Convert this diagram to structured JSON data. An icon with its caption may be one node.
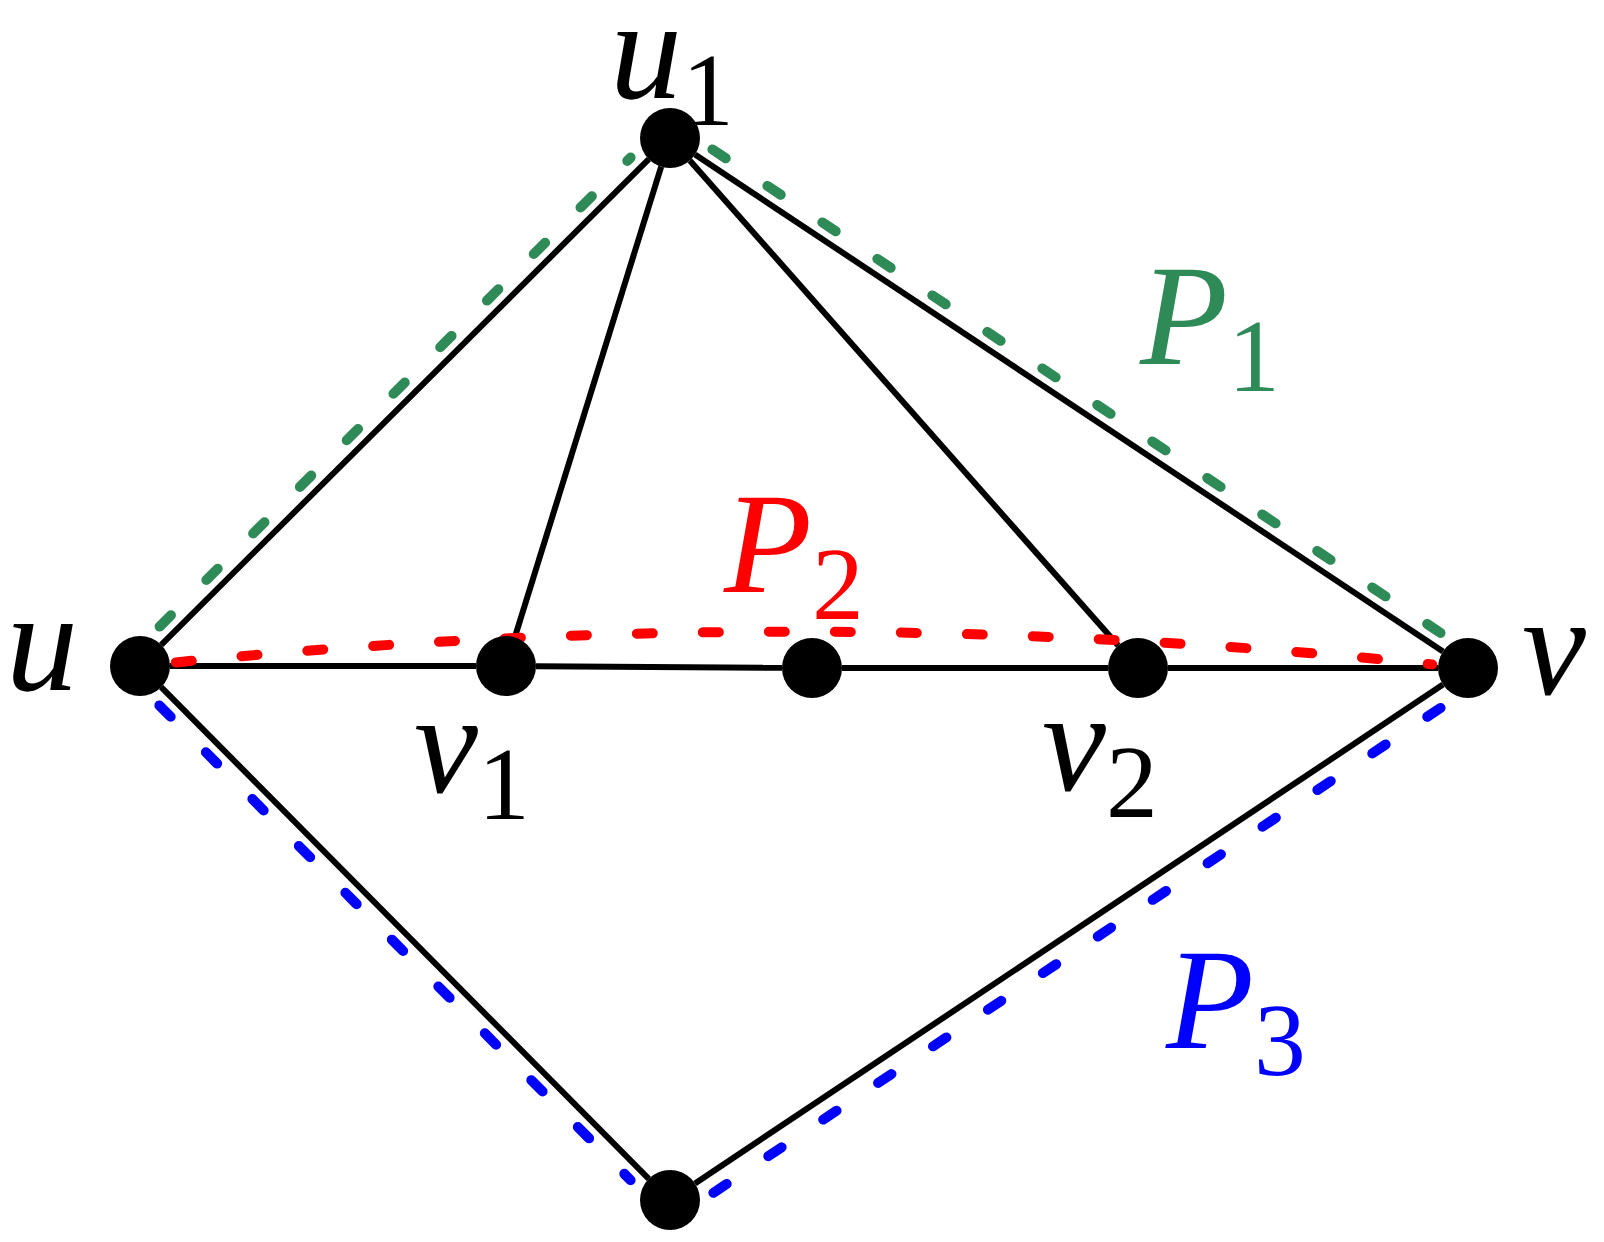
{
  "diagram": {
    "nodes": [
      {
        "text": [],
        "shape": "circle",
        "beside": [
          "u$_{1}$"
        ]
      },
      {
        "text": [],
        "shape": "circle",
        "beside": [
          "u"
        ]
      },
      {
        "text": [],
        "shape": "circle",
        "beside": [
          "v$_{1}$"
        ]
      },
      {
        "text": [],
        "shape": "circle"
      },
      {
        "text": [],
        "shape": "circle",
        "beside": [
          "v$_{2}$"
        ]
      },
      {
        "text": [],
        "shape": "circle",
        "beside": [
          "v"
        ]
      },
      {
        "text": [],
        "shape": "circle"
      }
    ],
    "edges": [
      {
        "from": 1,
        "to": 0,
        "arrow": "none"
      },
      {
        "from": 0,
        "to": 2,
        "arrow": "none"
      },
      {
        "from": 0,
        "to": 4,
        "arrow": "none"
      },
      {
        "from": 0,
        "to": 5,
        "arrow": "none"
      },
      {
        "from": 1,
        "to": 2,
        "arrow": "none"
      },
      {
        "from": 2,
        "to": 3,
        "arrow": "none"
      },
      {
        "from": 3,
        "to": 4,
        "arrow": "none"
      },
      {
        "from": 4,
        "to": 5,
        "arrow": "none"
      },
      {
        "from": 1,
        "to": 6,
        "arrow": "none"
      },
      {
        "from": 6,
        "to": 5,
        "arrow": "none"
      },
      {
        "from": 1,
        "to": 0,
        "arrow": "none",
        "style": "dashed",
        "color": "#2e8b57"
      },
      {
        "from": 0,
        "to": 5,
        "arrow": "none",
        "style": "dashed",
        "color": "#2e8b57",
        "label": "P$_{1}$"
      },
      {
        "from": 1,
        "to": 5,
        "arrow": "none",
        "style": "dashed",
        "color": "#ff0000",
        "label": "P$_{2}$"
      },
      {
        "from": 1,
        "to": 6,
        "arrow": "none",
        "style": "dashed",
        "color": "#0000ff"
      },
      {
        "from": 6,
        "to": 5,
        "arrow": "none",
        "style": "dashed",
        "color": "#0000ff",
        "label": "P$_{3}$"
      }
    ]
  }
}
